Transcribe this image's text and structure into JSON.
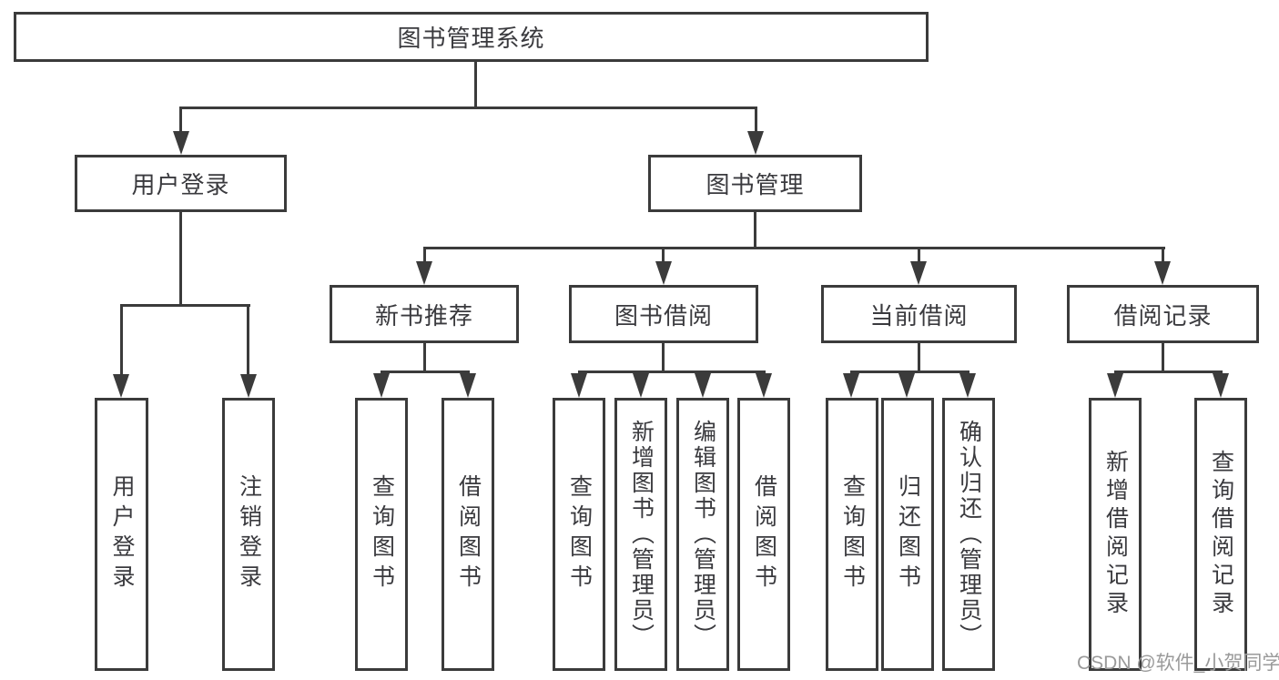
{
  "tree": {
    "label": "图书管理系统",
    "children": [
      {
        "label": "用户登录",
        "children": [
          {
            "label": "用户登录"
          },
          {
            "label": "注销登录"
          }
        ]
      },
      {
        "label": "图书管理",
        "children": [
          {
            "label": "新书推荐",
            "children": [
              {
                "label": "查询图书"
              },
              {
                "label": "借阅图书"
              }
            ]
          },
          {
            "label": "图书借阅",
            "children": [
              {
                "label": "查询图书"
              },
              {
                "label": "新增图书（管理员）"
              },
              {
                "label": "编辑图书（管理员）"
              },
              {
                "label": "借阅图书"
              }
            ]
          },
          {
            "label": "当前借阅",
            "children": [
              {
                "label": "查询图书"
              },
              {
                "label": "归还图书"
              },
              {
                "label": "确认归还（管理员）"
              }
            ]
          },
          {
            "label": "借阅记录",
            "children": [
              {
                "label": "新增借阅记录"
              },
              {
                "label": "查询借阅记录"
              }
            ]
          }
        ]
      }
    ]
  },
  "watermark": {
    "text": "CSDN @软件_小贺同学"
  },
  "colors": {
    "line": "#3b3b3b",
    "box_border": "#3b3b3b",
    "text": "#3a3a3e",
    "background": "#ffffff",
    "watermark": "#9a9a9a"
  }
}
